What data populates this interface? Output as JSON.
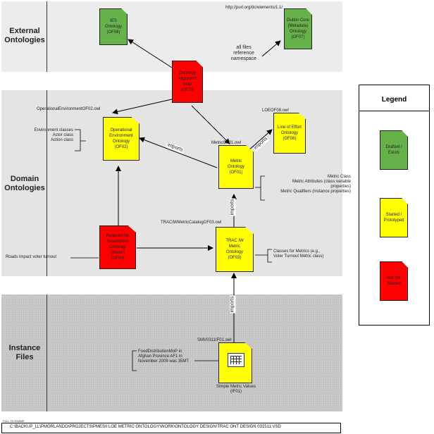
{
  "sections": {
    "external": "External\nOntologies",
    "domain": "Domain\nOntologies",
    "instance": "Instance\nFiles"
  },
  "nodes": {
    "ies": {
      "label": "IES\nOntology\n(OF06)",
      "color": "#66b14a"
    },
    "dublin": {
      "label": "Dublin Core\n(Metadata)\nOntology\n(OF07)",
      "color": "#66b14a"
    },
    "alignment": {
      "label": "Ontology\nAlignment\nMap\n(OF20)",
      "color": "#ff0000"
    },
    "operational": {
      "label": "Operational\nEnvironment\nOntology\n(OF02)",
      "color": "#ffff00"
    },
    "loe": {
      "label": "Line of Effort\nOntology\n(OF08)",
      "color": "#ffff00"
    },
    "metric": {
      "label": "Metric\nOntology\n(OF01)",
      "color": "#ffff00"
    },
    "relationship": {
      "label": "Relationship\nAssumption\nOntology\n(Model)\n(OF04)",
      "color": "#ff0000"
    },
    "trac": {
      "label": "TRAC IW\nMetric\nOntology\n(OF03)",
      "color": "#ffff00"
    },
    "simple": {
      "label": "Simple Metric Values\n(IF01)",
      "color": "#ffff00"
    }
  },
  "notes": {
    "purl": "http://purl.org/dc/elements/1.1/",
    "all_files": "all files\nreference\nnamespace",
    "op_file": "OperationalEnvironmentOF02.owl",
    "op_classes": "Environment classes\nActor class\nAction class",
    "loe_file": "LOEOF08.owl",
    "metric_file": "MetricOF01.owl",
    "metric_classes": "Metric Class\nMetric Attributes (class variable\nproperties)\nMetric Qualifiers (instance properties)",
    "trac_file": "TRACIWMetricCatalogOF03.owl",
    "trac_classes": "Classes for Metrics (e.g.,\nVoter Turnout Metric class)",
    "roads": "Roads impact voter turnout",
    "smv_file": "SMV0311IF01.owl",
    "food": "FoodDistributionMoP in\nAfghan Province AF1 in\nNovember 2009 was 35MT"
  },
  "edges": {
    "imports1": "imports",
    "imports2": "imports",
    "imports3": "imports",
    "imports4": "imports"
  },
  "legend": {
    "title": "Legend",
    "items": [
      {
        "label": "Drafted /\nExists",
        "color": "#66b14a"
      },
      {
        "label": "Started /\nPrototyped",
        "color": "#ffff00"
      },
      {
        "label": "Not Yet\nStarted",
        "color": "#ff0000"
      }
    ]
  },
  "footer": {
    "label": "FULL FILENAME",
    "path": "C:\\BACKUP_LL\\PMORLANDO\\PROJECTS\\PMESII LOE METRIC ONTOLOGY\\WORK\\ONTOLOGY DESIGN\\TRAC ONT DESIGN 031511.VSD"
  }
}
